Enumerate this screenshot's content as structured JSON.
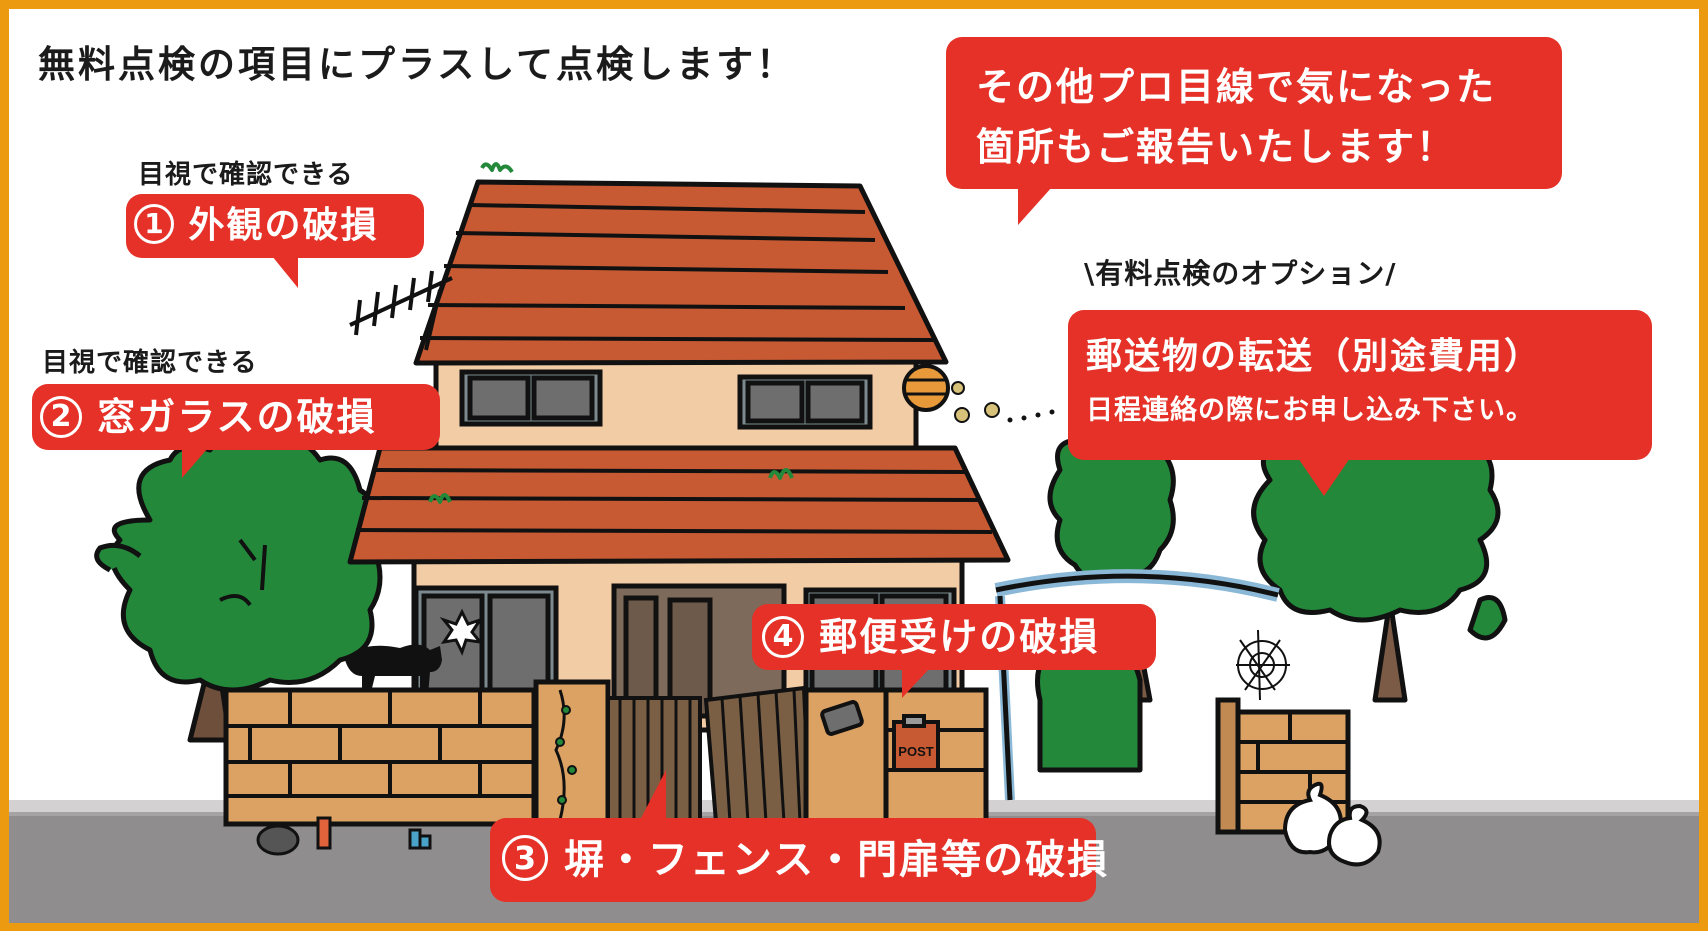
{
  "headline": "無料点検の項目にプラスして点検します！",
  "report_bubble": {
    "line1": "その他プロ目線で気になった",
    "line2": "箇所もご報告いたします！"
  },
  "items": [
    {
      "caption": "目視で確認できる",
      "number": "1",
      "label": "外観の破損"
    },
    {
      "caption": "目視で確認できる",
      "number": "2",
      "label": "窓ガラスの破損"
    },
    {
      "number": "3",
      "label": "塀・フェンス・門扉等の破損"
    },
    {
      "number": "4",
      "label": "郵便受けの破損"
    }
  ],
  "option": {
    "heading": "\\有料点検のオプション/",
    "line1": "郵送物の転送（別途費用）",
    "line2": "日程連絡の際にお申し込み下さい。"
  },
  "illustration": {
    "mailbox_label": "POST"
  },
  "colors": {
    "frame": "#ec9a0f",
    "bubble": "#e53127",
    "roof": "#c85a33",
    "wall": "#f2cca5",
    "brick": "#dca263",
    "tree": "#23883a",
    "road": "#8f8d8e"
  }
}
